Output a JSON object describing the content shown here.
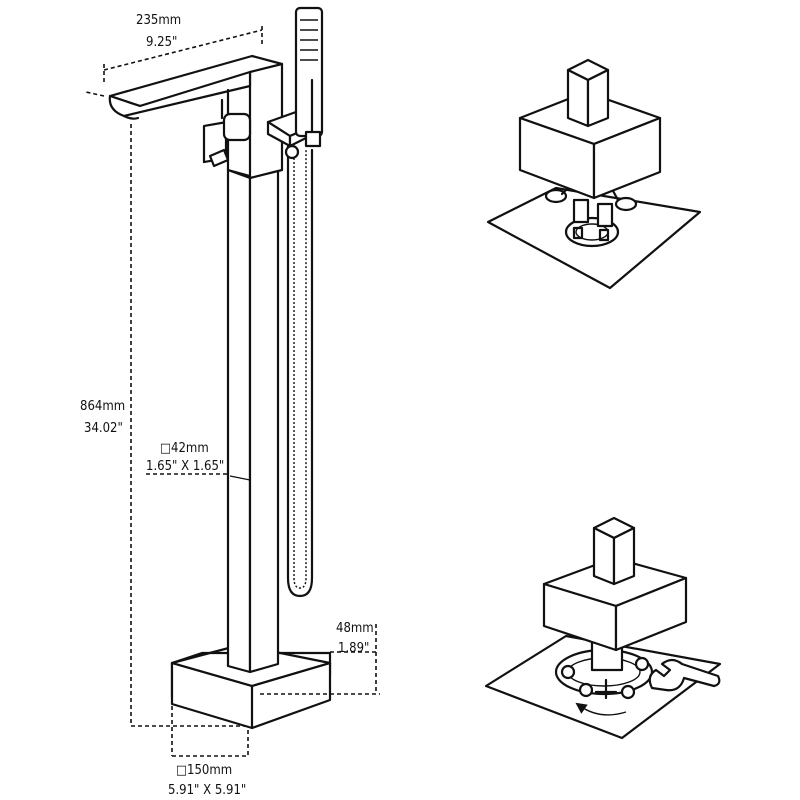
{
  "dimensions": {
    "spout_length_mm": "235mm",
    "spout_length_in": "9.25\"",
    "height_mm": "864mm",
    "height_in": "34.02\"",
    "column_mm": "□42mm",
    "column_in": "1.65\" X 1.65\"",
    "base_height_mm": "48mm",
    "base_height_in": "1.89\"",
    "base_mm": "□150mm",
    "base_in": "5.91\" X 5.91\""
  },
  "colors": {
    "line": "#111111",
    "background": "#ffffff"
  },
  "icons": [
    "faucet-drawing",
    "install-step-1-drawing",
    "install-step-2-drawing",
    "wrench-icon"
  ]
}
